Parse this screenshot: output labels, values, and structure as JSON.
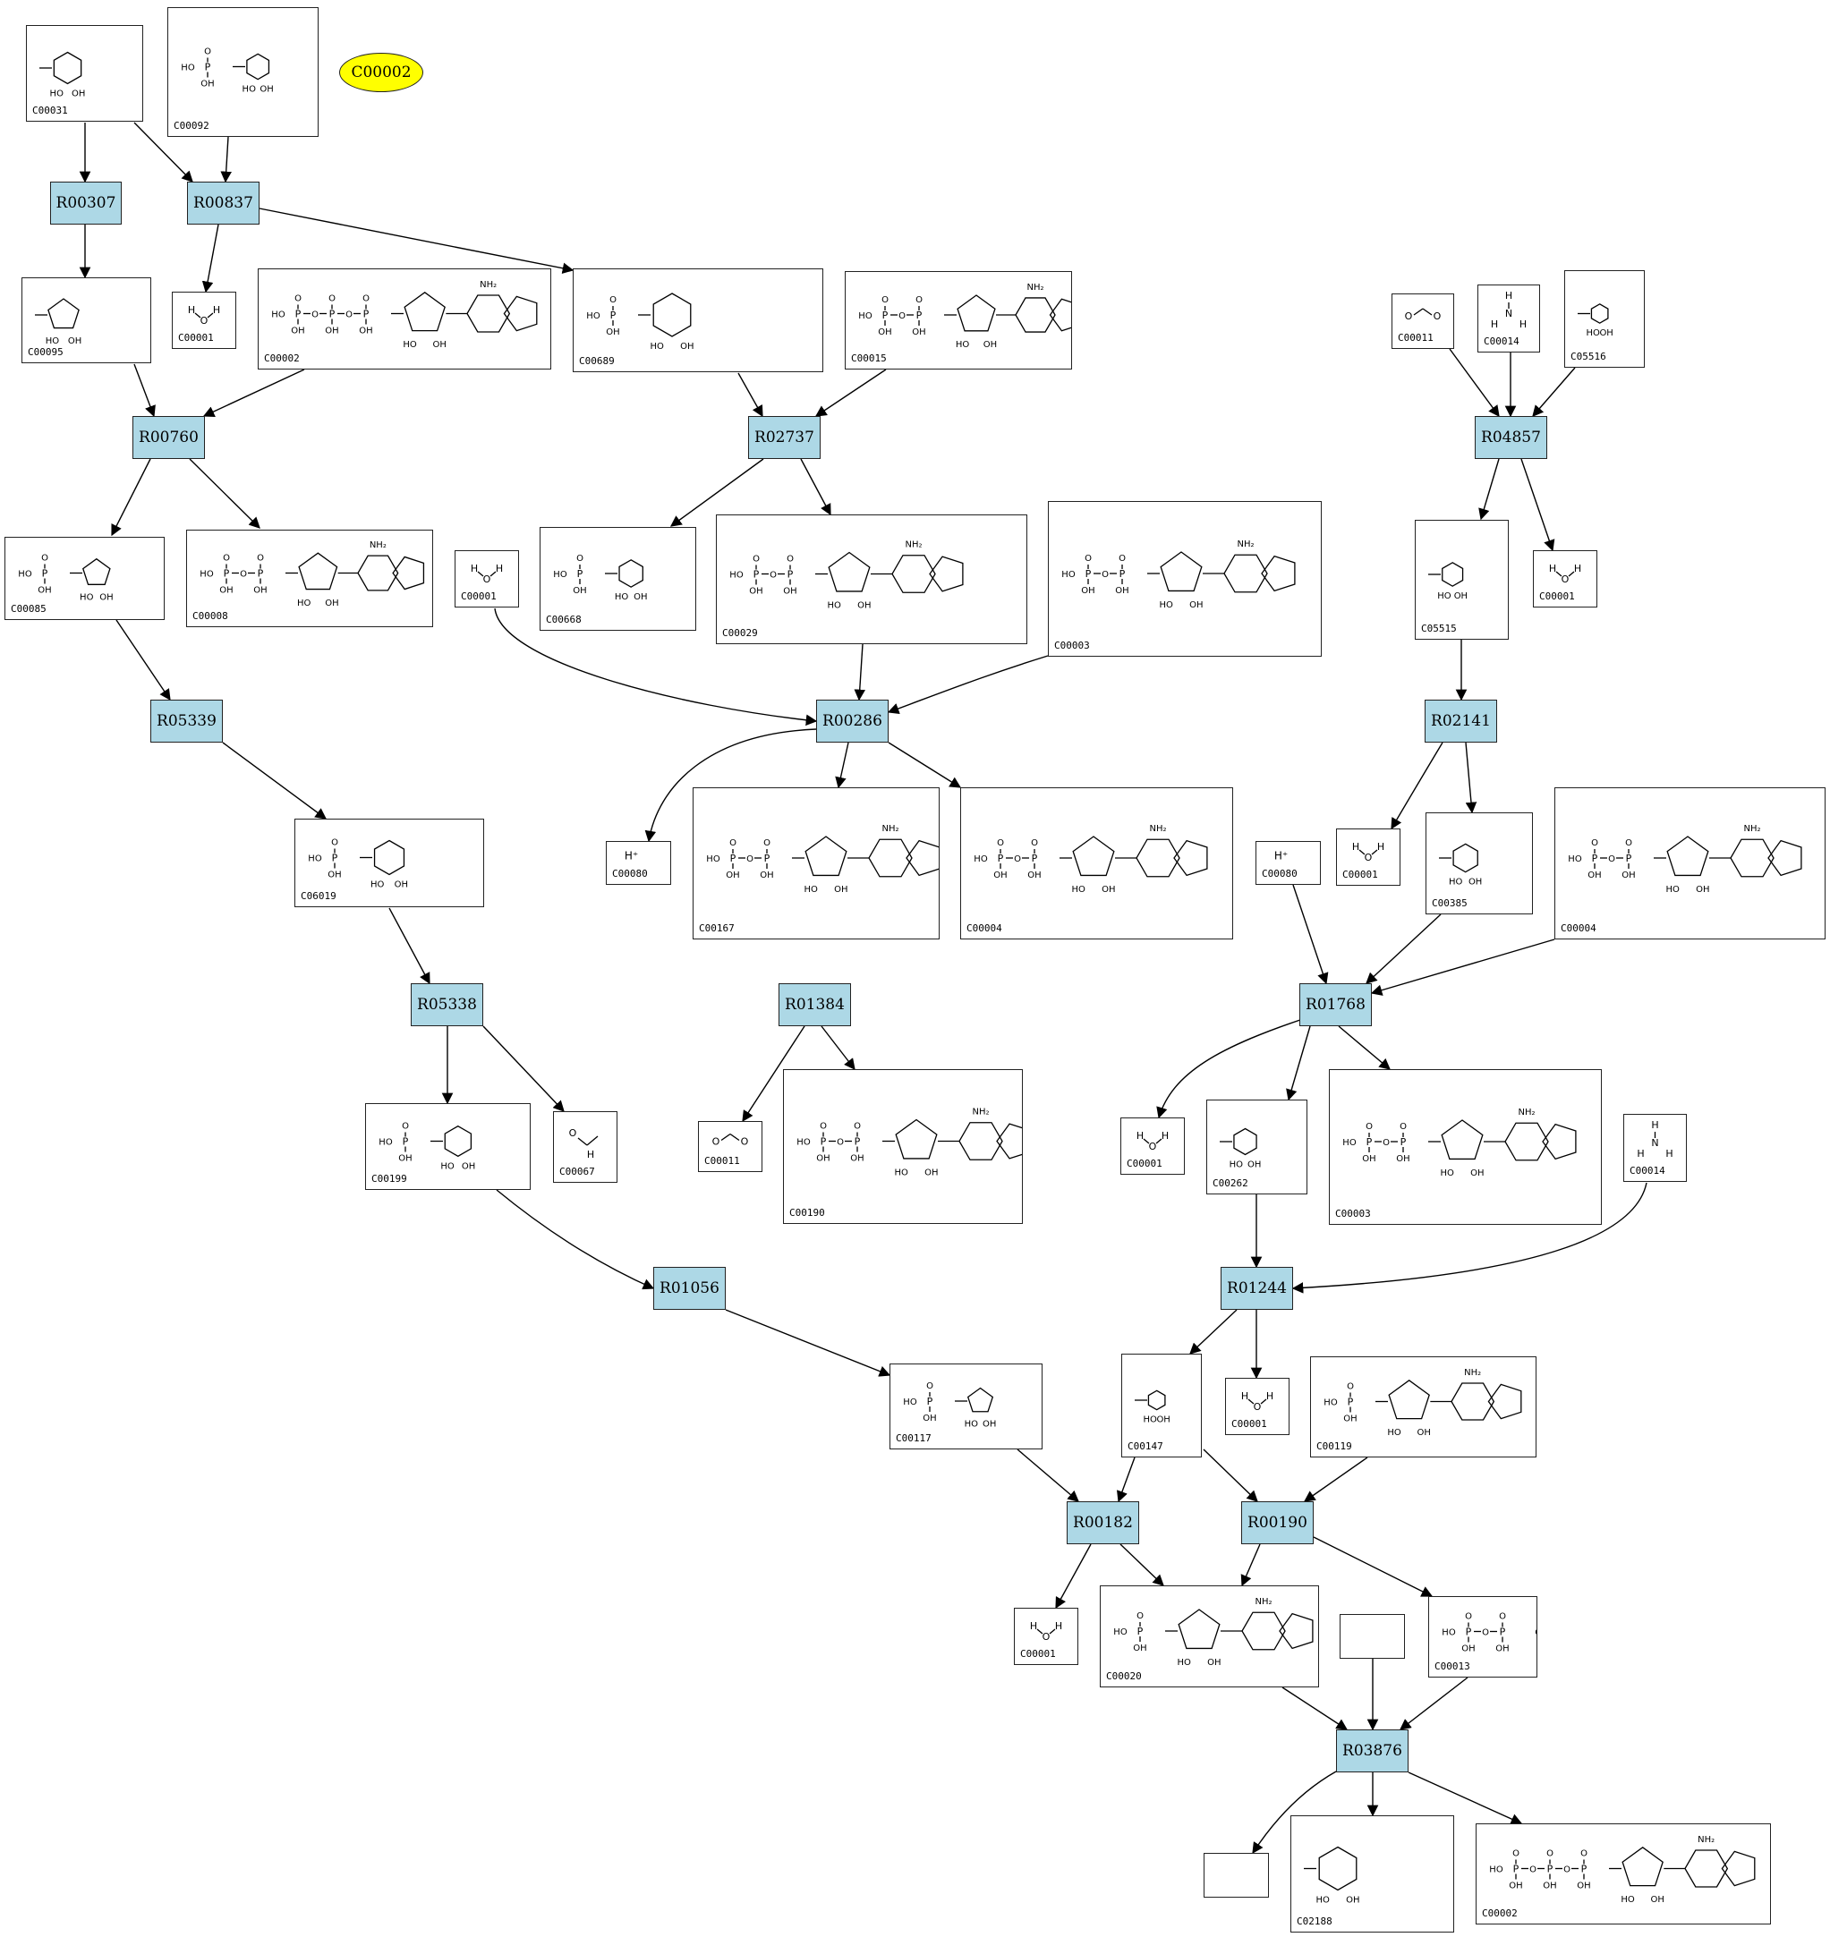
{
  "query_compound": {
    "label": "C00002",
    "fill": "#ffff00"
  },
  "colors": {
    "reaction_fill": "#add8e6",
    "edge": "#000000",
    "compound_border": "#222222"
  },
  "reactions": {
    "R00307": "R00307",
    "R00837": "R00837",
    "R00760": "R00760",
    "R02737": "R02737",
    "R04857": "R04857",
    "R05339": "R05339",
    "R00286": "R00286",
    "R02141": "R02141",
    "R05338": "R05338",
    "R01384": "R01384",
    "R01768": "R01768",
    "R01056": "R01056",
    "R01244": "R01244",
    "R00182": "R00182",
    "R00190": "R00190",
    "R03876": "R03876"
  },
  "compounds": {
    "n1": {
      "id": "C00031",
      "structure": "glucose-pyranose"
    },
    "n2": {
      "id": "C00092",
      "structure": "glucose-6-phosphate"
    },
    "n3": {
      "id": "C00095",
      "structure": "fructose-furanose"
    },
    "n4": {
      "id": "C00001",
      "structure": "water"
    },
    "n5": {
      "id": "C00002",
      "structure": "atp"
    },
    "n6": {
      "id": "C00689",
      "structure": "disaccharide-phosphate"
    },
    "n7": {
      "id": "C00015",
      "structure": "udp"
    },
    "n8": {
      "id": "C00011",
      "structure": "carbon-dioxide"
    },
    "n9": {
      "id": "C00014",
      "structure": "ammonia"
    },
    "n10": {
      "id": "C05516",
      "structure": "imidazole-carboxylic-acid"
    },
    "n11": {
      "id": "C00085",
      "structure": "fructose-6-phosphate"
    },
    "n12": {
      "id": "C00008",
      "structure": "adp"
    },
    "n13": {
      "id": "C00001",
      "structure": "water"
    },
    "n14": {
      "id": "C00668",
      "structure": "glucose-phosphate"
    },
    "n15": {
      "id": "C00029",
      "structure": "udp-glucose"
    },
    "n16": {
      "id": "C00003",
      "structure": "nad-plus"
    },
    "n17": {
      "id": "C05515",
      "structure": "imidazole-carboxamide"
    },
    "n18": {
      "id": "C00001",
      "structure": "water"
    },
    "n19": {
      "id": "C06019",
      "structure": "ketopentose-phosphate"
    },
    "n20": {
      "id": "C00080",
      "structure": "proton"
    },
    "n21": {
      "id": "C00167",
      "structure": "udp-glucuronate"
    },
    "n22": {
      "id": "C00004",
      "structure": "nadh"
    },
    "n23": {
      "id": "C00080",
      "structure": "proton"
    },
    "n24": {
      "id": "C00001",
      "structure": "water"
    },
    "n25": {
      "id": "C00385",
      "structure": "xanthine"
    },
    "n26": {
      "id": "C00004",
      "structure": "nadh"
    },
    "n27": {
      "id": "C00199",
      "structure": "ribulose-phosphate"
    },
    "n28": {
      "id": "C00067",
      "structure": "formaldehyde"
    },
    "n29": {
      "id": "C00011",
      "structure": "carbon-dioxide"
    },
    "n30": {
      "id": "C00190",
      "structure": "udp-xylose"
    },
    "n31": {
      "id": "C00001",
      "structure": "water"
    },
    "n32": {
      "id": "C00262",
      "structure": "hypoxanthine"
    },
    "n33": {
      "id": "C00003",
      "structure": "nad-plus"
    },
    "n34": {
      "id": "C00014",
      "structure": "ammonia"
    },
    "n35": {
      "id": "C00117",
      "structure": "ribose-5-phosphate"
    },
    "n36": {
      "id": "C00147",
      "structure": "adenine"
    },
    "n37": {
      "id": "C00001",
      "structure": "water"
    },
    "n38": {
      "id": "C00119",
      "structure": "prpp"
    },
    "n39": {
      "id": "C00001",
      "structure": "water"
    },
    "n40": {
      "id": "C00020",
      "structure": "amp"
    },
    "n41": {
      "id": "C00013",
      "structure": "pyrophosphate"
    },
    "n42": {
      "id": "C02188",
      "structure": "protein-lysine"
    },
    "n43": {
      "id": "C00002",
      "structure": "atp"
    }
  }
}
